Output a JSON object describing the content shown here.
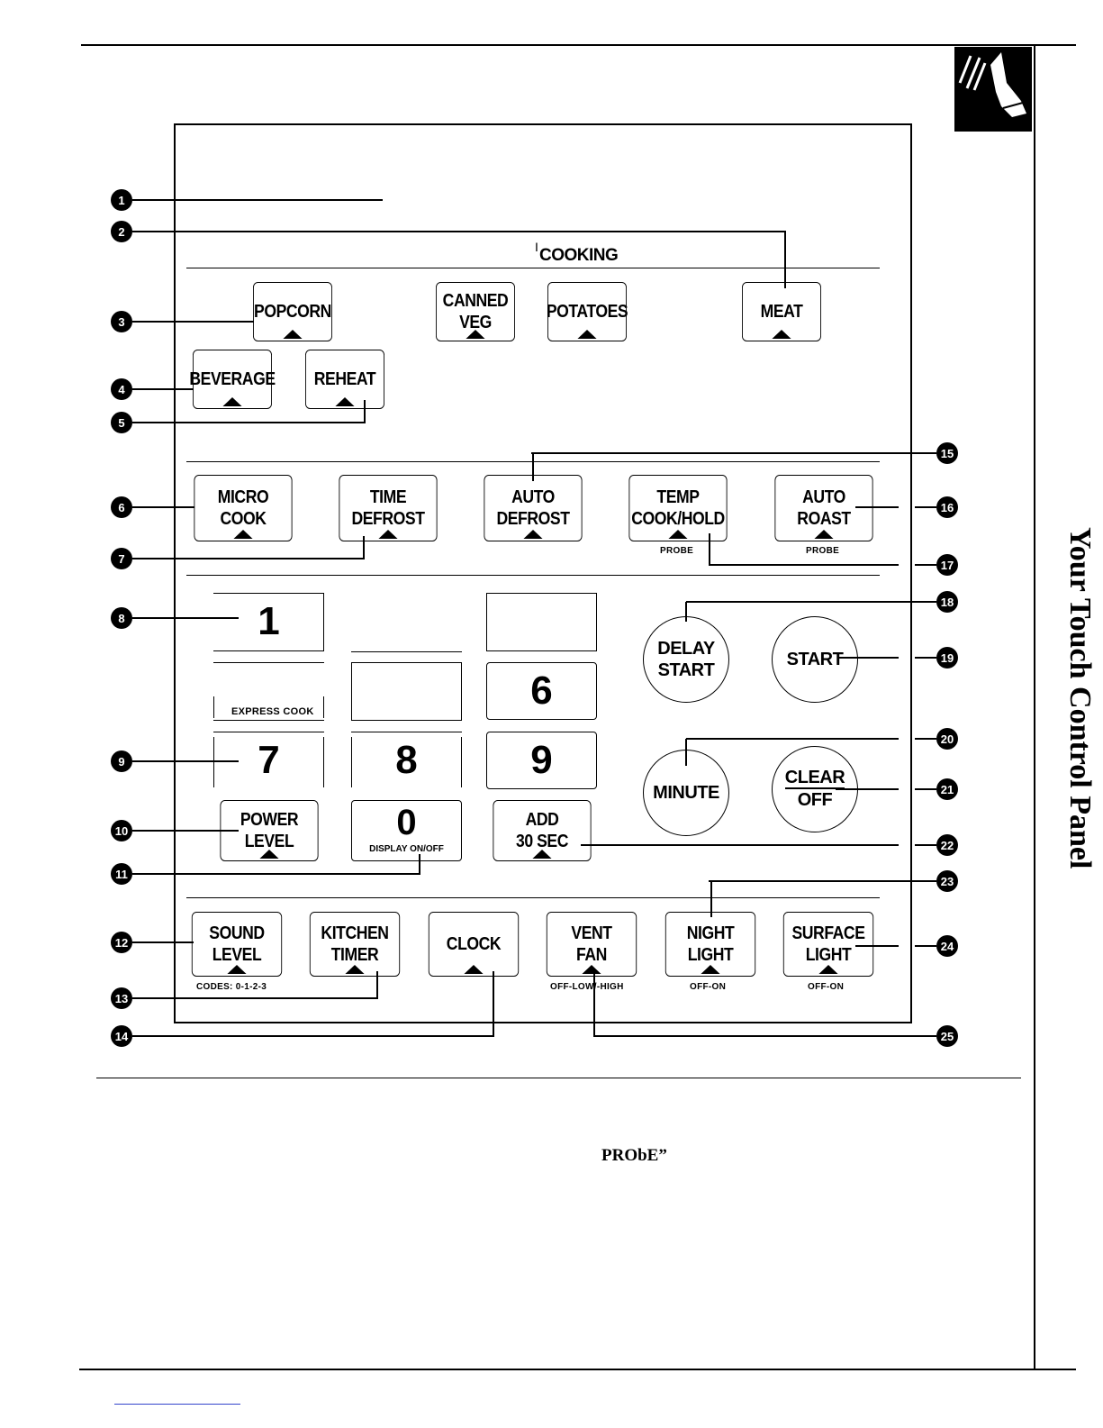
{
  "sidebar": {
    "title": "Your Touch Control Panel"
  },
  "header": {
    "section_label": "COOKING",
    "section_mark": "I"
  },
  "keys": {
    "popcorn": "POPCORN",
    "canned_veg_1": "CANNED",
    "canned_veg_2": "VEG",
    "potatoes": "POTATOES",
    "meat": "MEAT",
    "beverage": "BEVERAGE",
    "reheat": "REHEAT",
    "micro_cook_1": "MICRO",
    "micro_cook_2": "COOK",
    "time_defrost_1": "TIME",
    "time_defrost_2": "DEFROST",
    "auto_defrost_1": "AUTO",
    "auto_defrost_2": "DEFROST",
    "temp_cook_1": "TEMP",
    "temp_cook_2": "COOK/HOLD",
    "auto_roast_1": "AUTO",
    "auto_roast_2": "ROAST",
    "probe_1": "PROBE",
    "probe_2": "PROBE",
    "num_1": "1",
    "num_6": "6",
    "num_7": "7",
    "num_8": "8",
    "num_9": "9",
    "num_0": "0",
    "express_cook": "EXPRESS COOK",
    "display_onoff": "DISPLAY ON/OFF",
    "power_level_1": "POWER",
    "power_level_2": "LEVEL",
    "add_30_1": "ADD",
    "add_30_2": "30 SEC",
    "delay_start_1": "DELAY",
    "delay_start_2": "START",
    "start": "START",
    "minute": "MINUTE",
    "clear_1": "CLEAR",
    "clear_2": "OFF",
    "sound_level_1": "SOUND",
    "sound_level_2": "LEVEL",
    "kitchen_timer_1": "KITCHEN",
    "kitchen_timer_2": "TIMER",
    "clock": "CLOCK",
    "vent_fan_1": "VENT",
    "vent_fan_2": "FAN",
    "night_light_1": "NIGHT",
    "night_light_2": "LIGHT",
    "surface_light_1": "SURFACE",
    "surface_light_2": "LIGHT",
    "codes": "CODES: 0-1-2-3",
    "vent_sub": "OFF-LOW/-HIGH",
    "night_sub": "OFF-ON",
    "surface_sub": "OFF-ON"
  },
  "callouts": [
    "1",
    "2",
    "3",
    "4",
    "5",
    "6",
    "7",
    "8",
    "9",
    "10",
    "11",
    "12",
    "13",
    "14",
    "15",
    "16",
    "17",
    "18",
    "19",
    "20",
    "21",
    "22",
    "23",
    "24",
    "25"
  ],
  "footer": {
    "probe_text": "PRObE”"
  },
  "icons": {
    "hand_icon": "hand-pressing-icon"
  }
}
